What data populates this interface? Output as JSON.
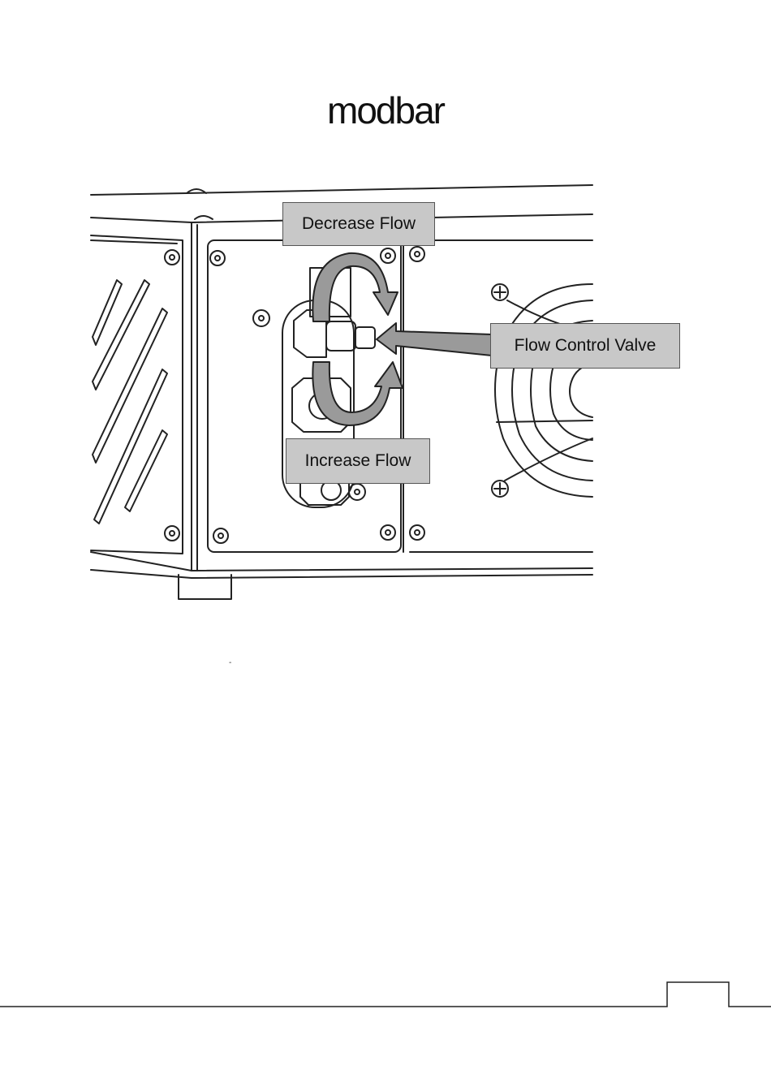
{
  "brand": {
    "logo_text": "modbar"
  },
  "figure": {
    "callouts": {
      "decrease": "Decrease Flow",
      "increase": "Increase Flow",
      "valve": "Flow Control Valve"
    }
  },
  "stray_mark": "-"
}
